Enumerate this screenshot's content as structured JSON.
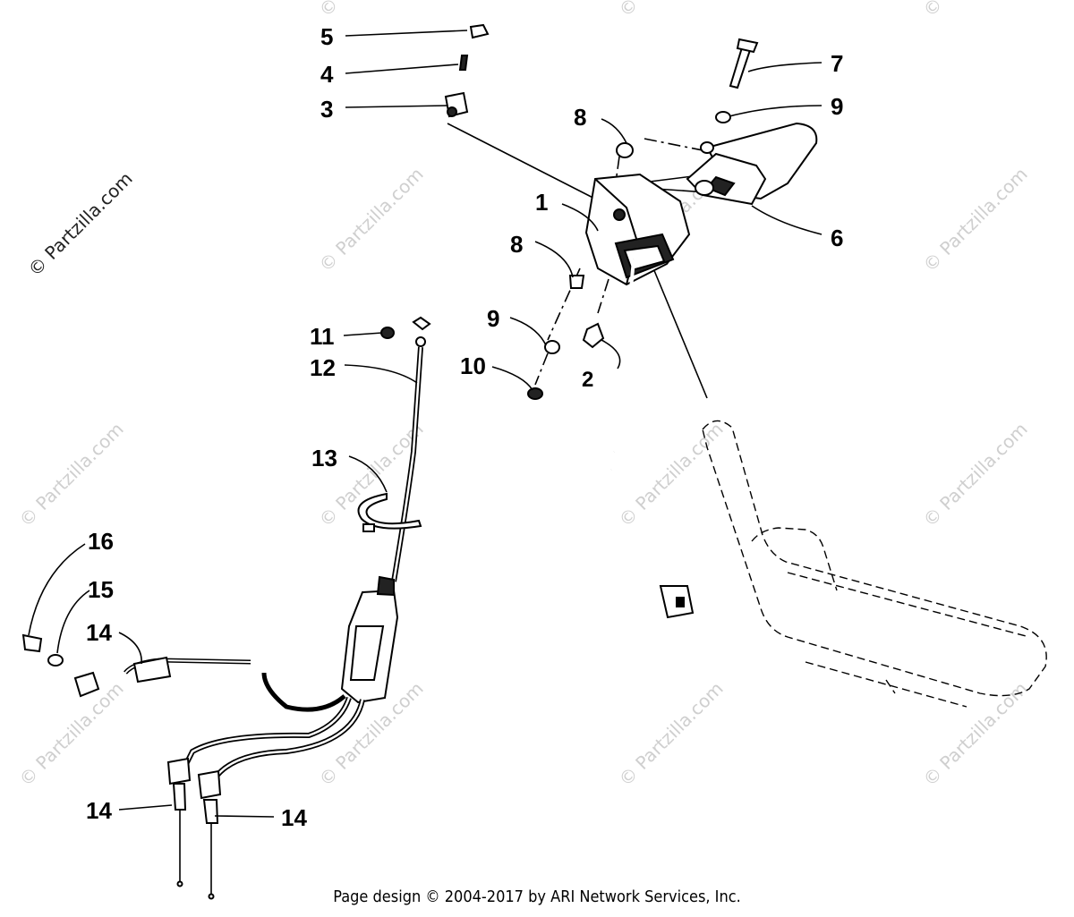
{
  "watermark": {
    "text": "© Partzilla.com",
    "color": "#cfcfcf"
  },
  "callouts": [
    {
      "id": "1",
      "label": "1"
    },
    {
      "id": "2",
      "label": "2"
    },
    {
      "id": "3",
      "label": "3"
    },
    {
      "id": "4",
      "label": "4"
    },
    {
      "id": "5",
      "label": "5"
    },
    {
      "id": "6",
      "label": "6"
    },
    {
      "id": "7",
      "label": "7"
    },
    {
      "id": "8a",
      "label": "8"
    },
    {
      "id": "8b",
      "label": "8"
    },
    {
      "id": "9a",
      "label": "9"
    },
    {
      "id": "9b",
      "label": "9"
    },
    {
      "id": "10",
      "label": "10"
    },
    {
      "id": "11",
      "label": "11"
    },
    {
      "id": "12",
      "label": "12"
    },
    {
      "id": "13",
      "label": "13"
    },
    {
      "id": "14a",
      "label": "14"
    },
    {
      "id": "14b",
      "label": "14"
    },
    {
      "id": "14c",
      "label": "14"
    },
    {
      "id": "15",
      "label": "15"
    },
    {
      "id": "16",
      "label": "16"
    }
  ],
  "footer": {
    "text": "Page design © 2004-2017 by ARI Network Services, Inc."
  }
}
